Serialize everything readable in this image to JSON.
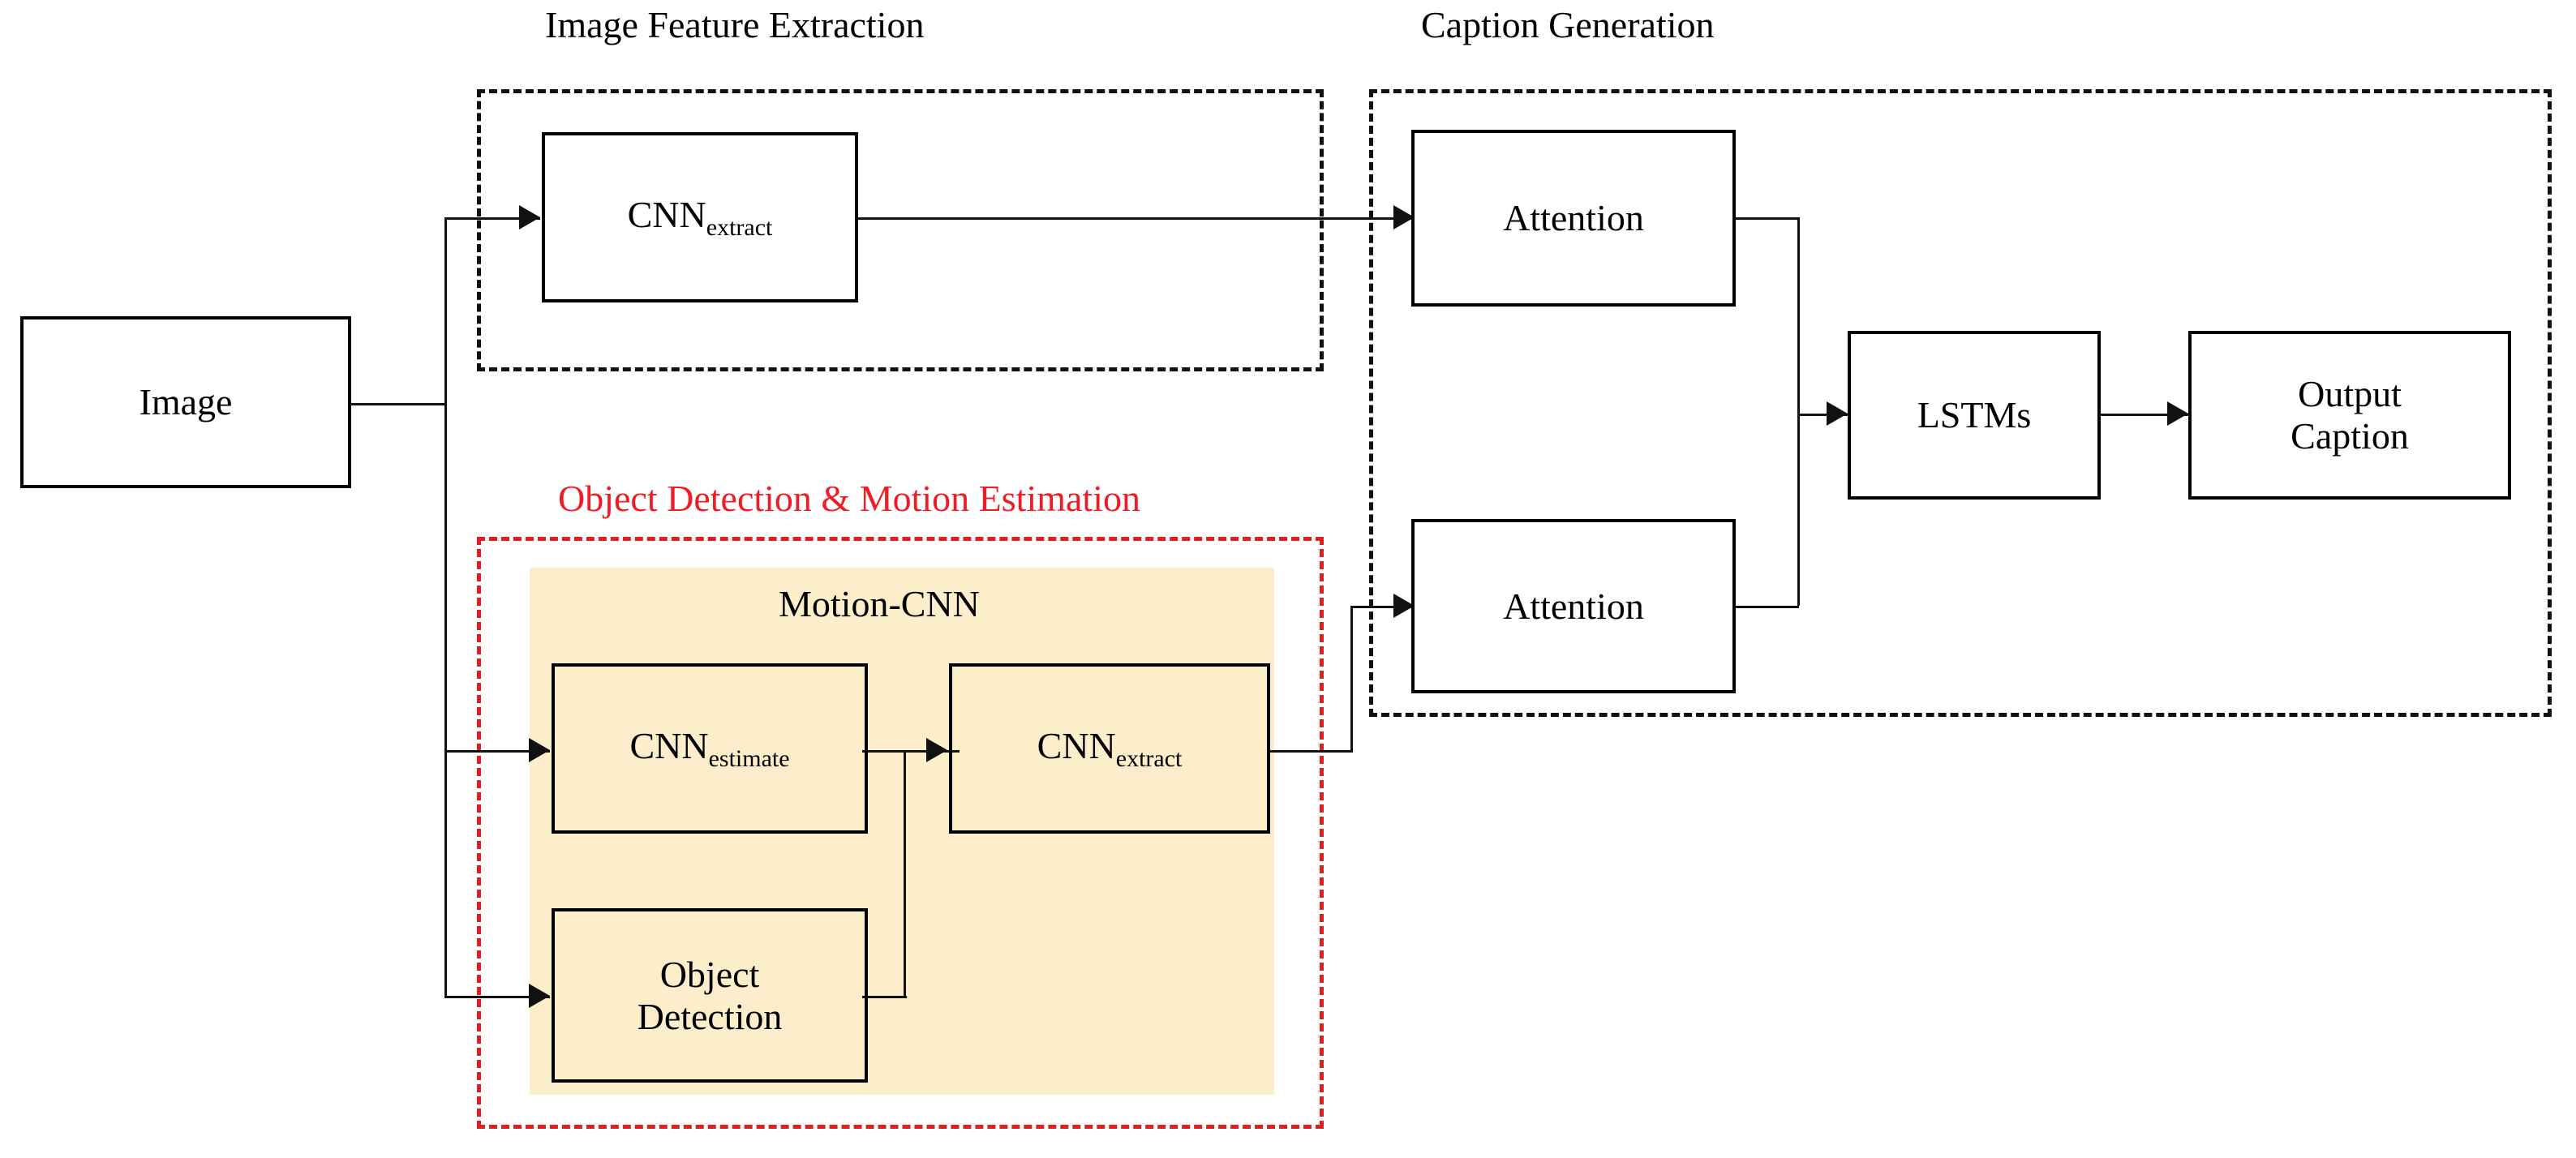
{
  "diagram": {
    "title_top_left": "Image Feature Extraction",
    "title_top_right": "Caption Generation",
    "title_red": "Object Detection & Motion Estimation",
    "panel_title": "Motion-CNN",
    "colors": {
      "panel_fill": "#fceecb",
      "red_accent": "#ee1c25",
      "stroke": "#111111",
      "background": "#ffffff"
    }
  },
  "nodes": {
    "image": {
      "label": "Image"
    },
    "cnn_extract_top": {
      "base": "CNN",
      "subscript": "extract"
    },
    "cnn_estimate": {
      "base": "CNN",
      "subscript": "estimate"
    },
    "cnn_extract_motion": {
      "base": "CNN",
      "subscript": "extract"
    },
    "object_detection": {
      "line1": "Object",
      "line2": "Detection"
    },
    "attention_top": {
      "label": "Attention"
    },
    "attention_bottom": {
      "label": "Attention"
    },
    "lstms": {
      "label": "LSTMs"
    },
    "output_caption": {
      "line1": "Output",
      "line2": "Caption"
    }
  }
}
